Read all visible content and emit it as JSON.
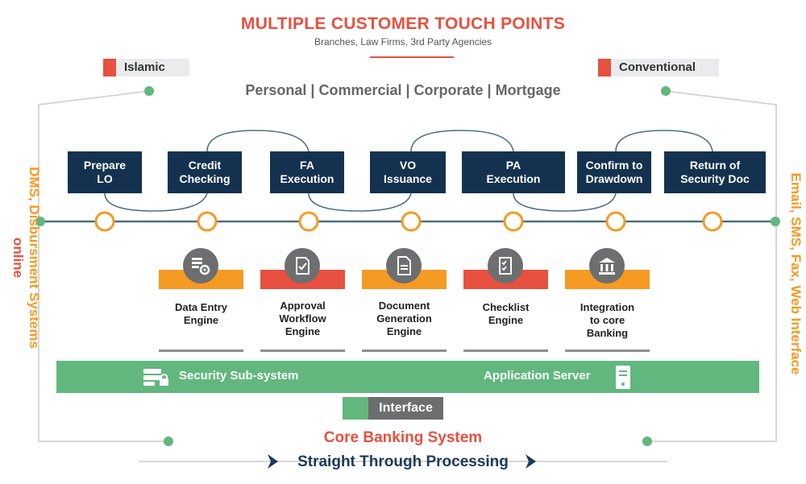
{
  "header": {
    "title": "MULTIPLE CUSTOMER TOUCH POINTS",
    "subtitle": "Branches, Law Firms, 3rd Party Agencies"
  },
  "tags": {
    "islamic": "Islamic",
    "conventional": "Conventional"
  },
  "segments": "Personal | Commercial | Corporate | Mortgage",
  "side_left": {
    "line1": "DMS, Disbursment Systems",
    "line2": "online"
  },
  "side_right": {
    "line1": "Email, SMS, Fax, Web Interface"
  },
  "steps": [
    {
      "label": "Prepare\nLO"
    },
    {
      "label": "Credit\nChecking"
    },
    {
      "label": "FA\nExecution"
    },
    {
      "label": "VO\nIssuance"
    },
    {
      "label": "PA\nExecution"
    },
    {
      "label": "Confirm to\nDrawdown"
    },
    {
      "label": "Return of\nSecurity Doc"
    }
  ],
  "engines": [
    {
      "label": "Data Entry\nEngine",
      "icon": "data-entry-gear-icon",
      "bar_color": "#f59a23"
    },
    {
      "label": "Approval\nWorkflow\nEngine",
      "icon": "approval-check-icon",
      "bar_color": "#e8503f"
    },
    {
      "label": "Document\nGeneration\nEngine",
      "icon": "document-icon",
      "bar_color": "#f59a23"
    },
    {
      "label": "Checklist\nEngine",
      "icon": "checklist-icon",
      "bar_color": "#e8503f"
    },
    {
      "label": "Integration\nto core\nBanking",
      "icon": "bank-icon",
      "bar_color": "#f59a23"
    }
  ],
  "platform": {
    "security": "Security Sub-system",
    "app_server": "Application Server"
  },
  "interface": "Interface",
  "core_banking": "Core Banking System",
  "stp": "Straight Through Processing",
  "colors": {
    "accent_red": "#e8503f",
    "orange": "#f59a23",
    "navy": "#14324f",
    "green": "#62b77e",
    "timeline": "#4b6f82"
  }
}
